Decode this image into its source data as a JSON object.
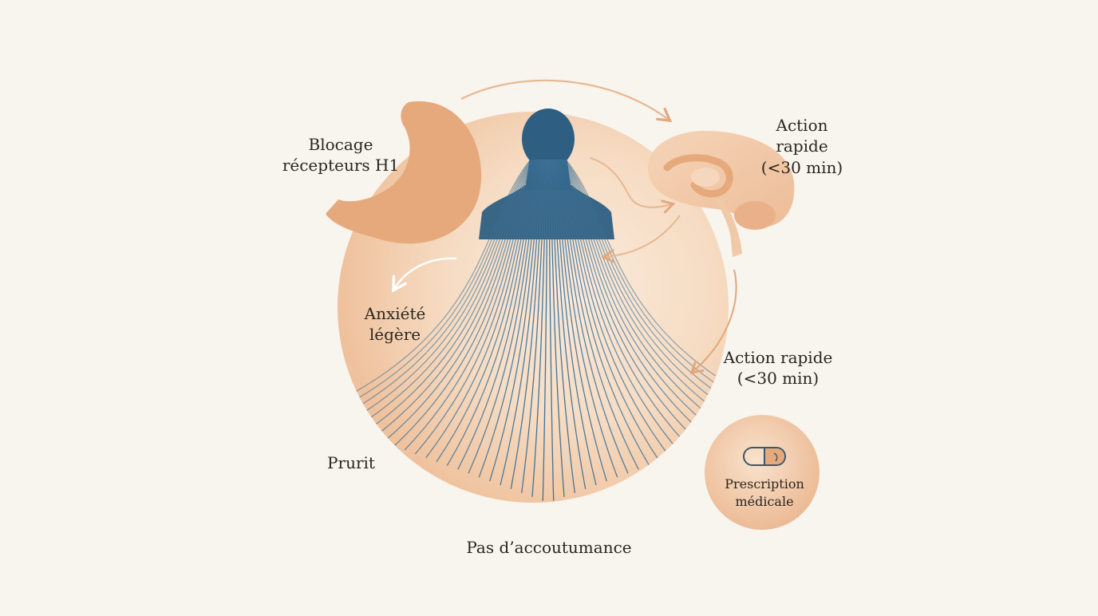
{
  "colors": {
    "background": "#f8f4ee",
    "accent_peach": "#e6a97c",
    "disc_light": "#f8e6d4",
    "disc_mid": "#f0c7a4",
    "figure_blue": "#2e5f82",
    "text": "#2a2520"
  },
  "icons": {
    "receptor": "receptor-shape-icon",
    "brain": "brain-icon",
    "pill": "pill-capsule-icon",
    "body": "human-figure-icon"
  },
  "labels": {
    "blocage": "Blocage\nrécepteurs H1",
    "action_top": "Action\nrapide\n(<30 min)",
    "anxiete": "Anxiété\nlégère",
    "action_right": "Action rapide\n(<30 min)",
    "prurit": "Prurit",
    "pas_accoutumance": "Pas d’accoutumance",
    "prescription": "Prescription\nmédicale"
  }
}
